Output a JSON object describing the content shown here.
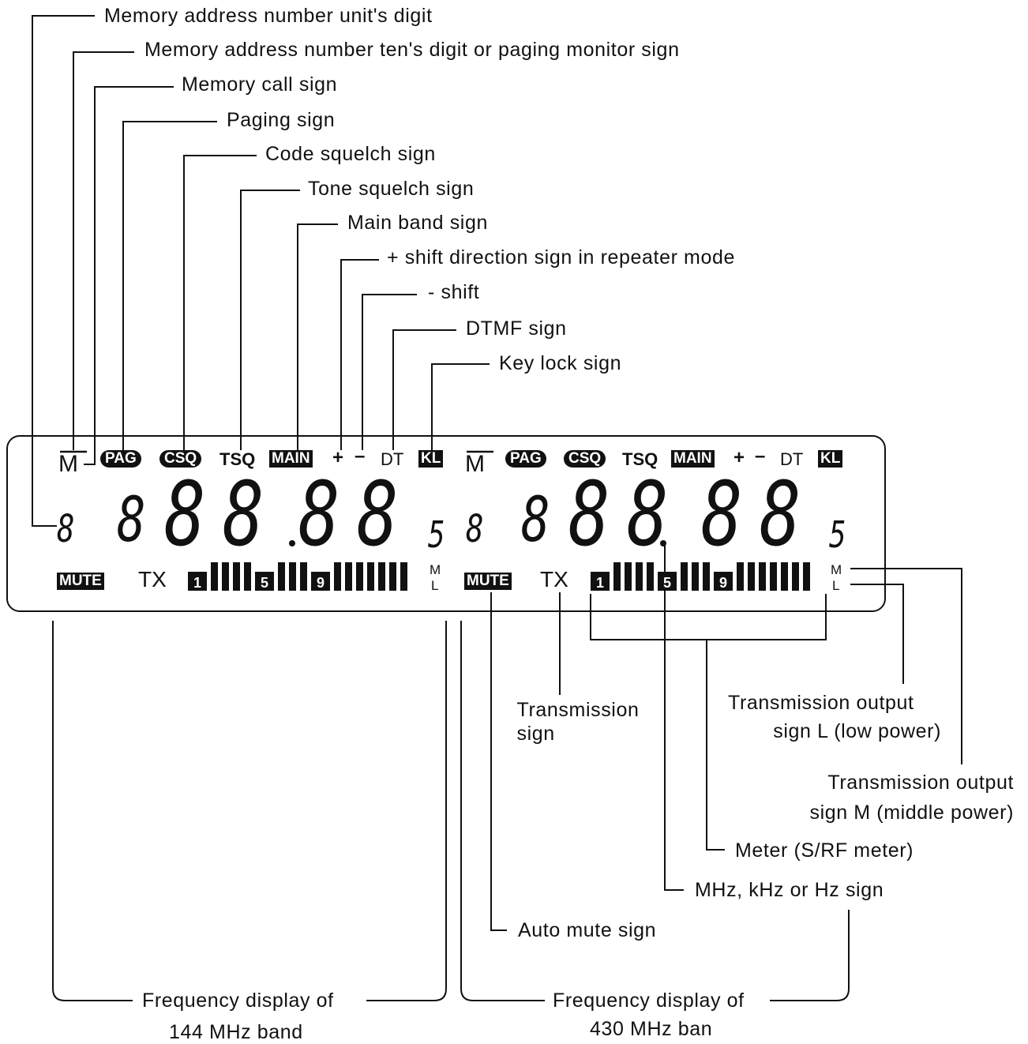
{
  "callouts_top": [
    "Memory address number unit's digit",
    "Memory address number ten's digit or paging monitor sign",
    "Memory call sign",
    "Paging sign",
    "Code squelch sign",
    "Tone squelch sign",
    "Main band sign",
    "+ shift direction sign in repeater mode",
    "- shift",
    "DTMF sign",
    "Key lock sign"
  ],
  "callouts_bottom": {
    "transmission_sign": [
      "Transmission",
      "sign"
    ],
    "output_low": [
      "Transmission output",
      "sign L (low power)"
    ],
    "output_middle": [
      "Transmission output",
      "sign M (middle power)"
    ],
    "meter": "Meter (S/RF meter)",
    "freq_unit": "MHz, kHz or Hz sign",
    "auto_mute": "Auto mute sign",
    "freq_144": [
      "Frequency display of",
      "144 MHz band"
    ],
    "freq_430": [
      "Frequency display of",
      "430 MHz ban"
    ]
  },
  "lcd": {
    "memory_call": "M",
    "paging": "PAG",
    "code_squelch": "CSQ",
    "tone_squelch": "TSQ",
    "main": "MAIN",
    "plus": "+",
    "minus": "–",
    "dtmf": "DT",
    "key_lock": "KL",
    "mute": "MUTE",
    "tx": "TX",
    "meter_marks": [
      "1",
      "5",
      "9"
    ],
    "power_m": "M",
    "power_l": "L",
    "digit_small": "8",
    "digit_big": "8",
    "digit_tiny": "5"
  }
}
